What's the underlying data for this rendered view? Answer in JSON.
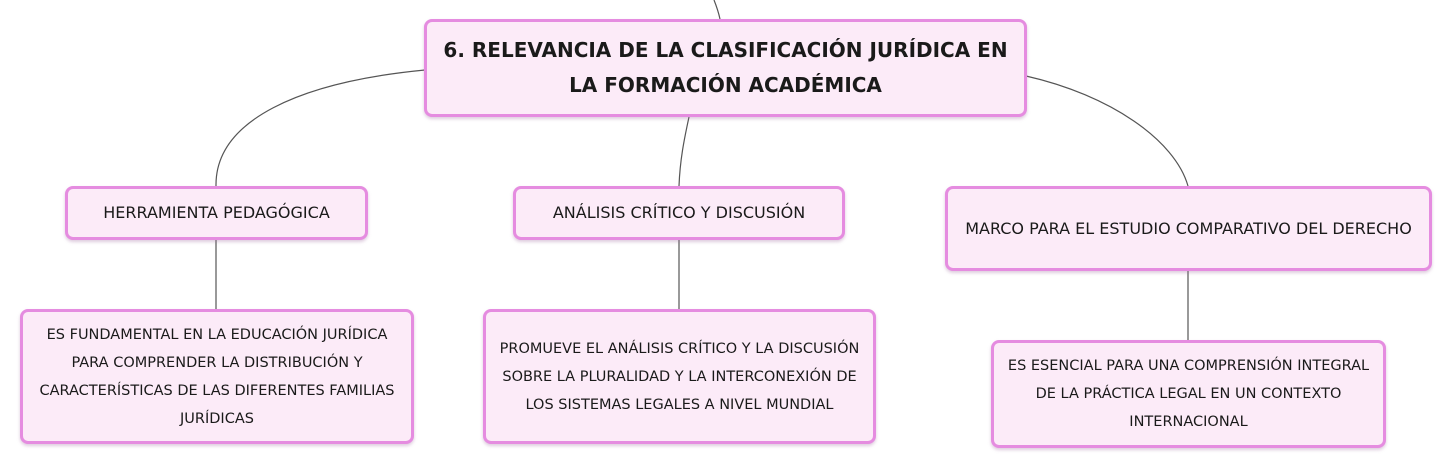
{
  "root": {
    "title": "6. RELEVANCIA DE LA CLASIFICACIÓN JURÍDICA EN LA FORMACIÓN ACADÉMICA"
  },
  "branches": [
    {
      "label": "HERRAMIENTA PEDAGÓGICA",
      "detail": "ES FUNDAMENTAL EN LA EDUCACIÓN JURÍDICA PARA COMPRENDER LA DISTRIBUCIÓN Y CARACTERÍSTICAS DE LAS DIFERENTES FAMILIAS JURÍDICAS"
    },
    {
      "label": "ANÁLISIS CRÍTICO Y DISCUSIÓN",
      "detail": "PROMUEVE EL ANÁLISIS CRÍTICO Y LA DISCUSIÓN SOBRE LA PLURALIDAD Y LA INTERCONEXIÓN DE LOS SISTEMAS LEGALES A NIVEL MUNDIAL"
    },
    {
      "label": "MARCO PARA EL ESTUDIO COMPARATIVO DEL DERECHO",
      "detail": "ES ESENCIAL PARA UNA COMPRENSIÓN INTEGRAL DE LA PRÁCTICA LEGAL EN UN CONTEXTO INTERNACIONAL"
    }
  ],
  "colors": {
    "node_fill": "#fcebf8",
    "node_border": "#e58ce0",
    "connector": "#555555"
  }
}
